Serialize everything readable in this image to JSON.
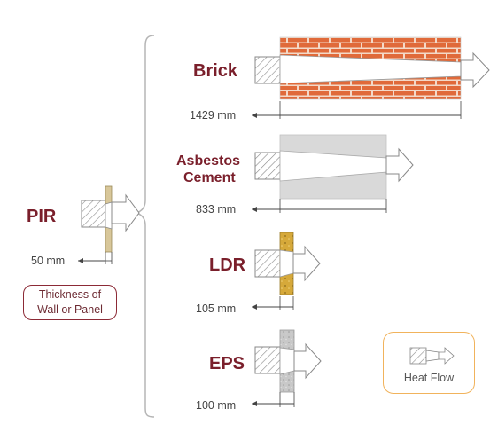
{
  "materials": {
    "pir": {
      "label": "PIR",
      "thickness": "50 mm"
    },
    "brick": {
      "label": "Brick",
      "thickness": "1429 mm"
    },
    "asbestos": {
      "label_line1": "Asbestos",
      "label_line2": "Cement",
      "thickness": "833 mm"
    },
    "ldr": {
      "label": "LDR",
      "thickness": "105 mm"
    },
    "eps": {
      "label": "EPS",
      "thickness": "100 mm"
    }
  },
  "legend": {
    "thickness_line1": "Thickness of",
    "thickness_line2": "Wall or Panel",
    "heat_flow": "Heat Flow"
  },
  "colors": {
    "label": "#7a1f2b",
    "brick": "#e06a3a",
    "mortar": "#f3d9c8",
    "asbestos": "#d9d9d9",
    "ldr": "#d6a93a",
    "eps": "#bdbdbd",
    "pir": "#d8c79a",
    "thickness_border": "#8c2a36",
    "heatflow_border": "#f1b35c"
  }
}
